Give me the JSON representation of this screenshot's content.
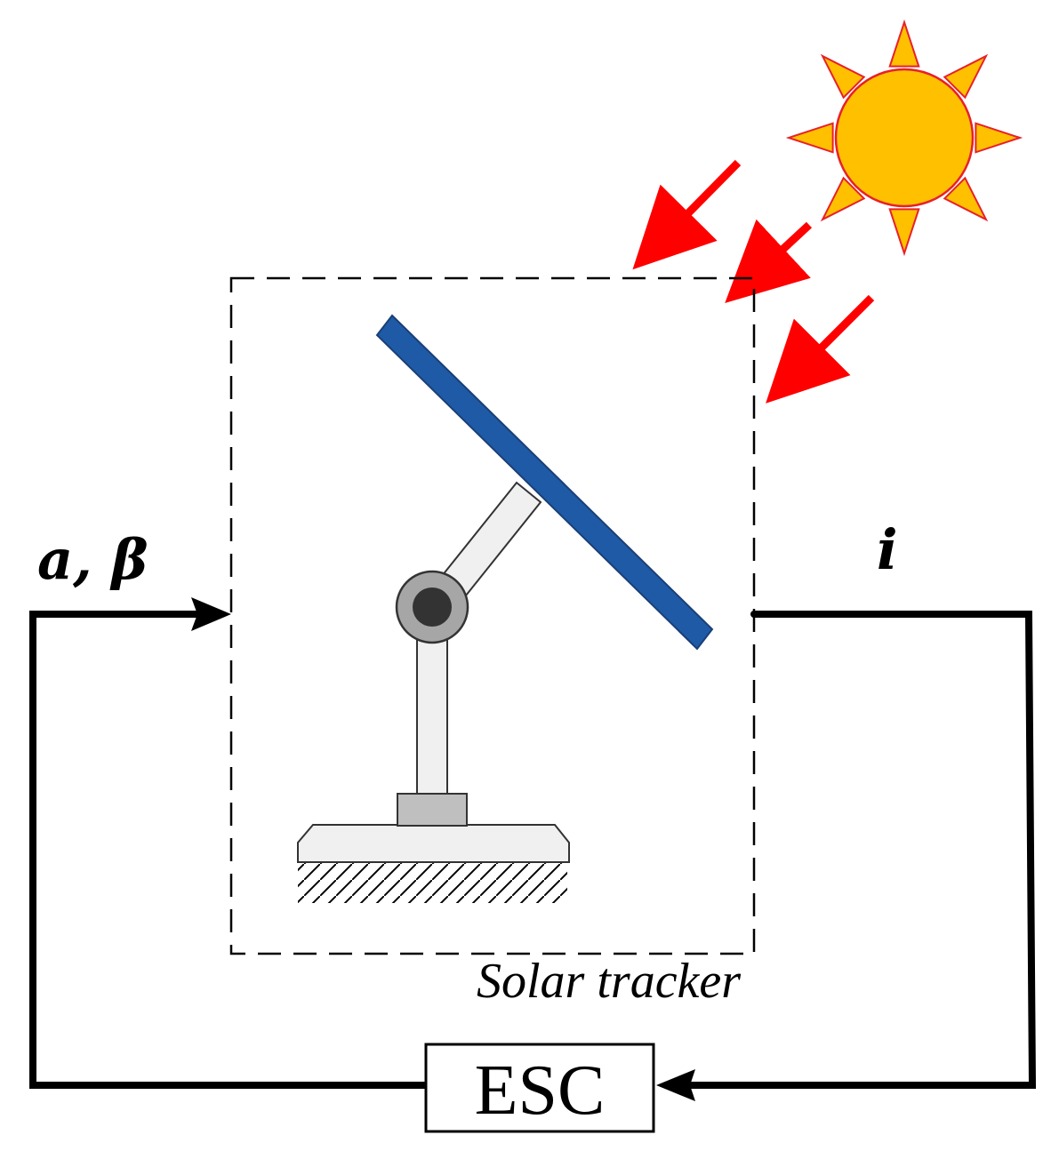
{
  "diagram": {
    "input_label": "a, β",
    "output_label": "i",
    "block_caption": "Solar tracker",
    "controller_label": "ESC"
  },
  "colors": {
    "panel": "#1f5aa6",
    "sun_fill": "#ffc000",
    "sun_stroke": "#e8202a",
    "sun_ray": "#ffc000",
    "ray_arrow": "#ff0000",
    "wire": "#000000",
    "arm": "#f0f0f0",
    "joint": "#a6a6a6",
    "joint_core": "#333333",
    "base": "#bfbfbf",
    "foot": "#f0f0f0"
  },
  "icons": {
    "sun": "sun-icon",
    "panel": "solar-panel-icon",
    "ground": "ground-hatch-icon"
  }
}
